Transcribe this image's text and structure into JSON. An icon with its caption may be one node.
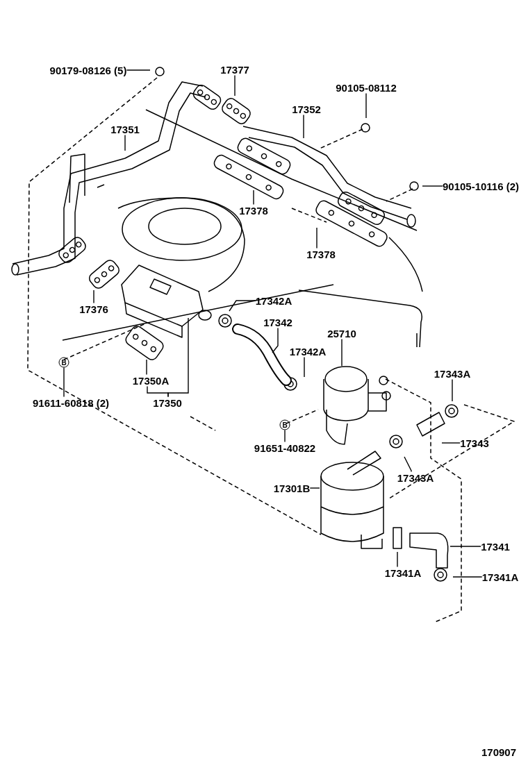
{
  "diagram": {
    "nodes": [
      {
        "text": [
          "90179-08126 (5)"
        ]
      },
      {
        "text": [
          "17377"
        ]
      },
      {
        "text": [
          "90105-08112"
        ]
      },
      {
        "text": [
          "17352"
        ]
      },
      {
        "text": [
          "17351"
        ]
      },
      {
        "text": [
          "90105-10116 (2)"
        ]
      },
      {
        "text": [
          "17378"
        ]
      },
      {
        "text": [
          "17378"
        ]
      },
      {
        "text": [
          "17376"
        ]
      },
      {
        "text": [
          "17342A"
        ]
      },
      {
        "text": [
          "17342"
        ]
      },
      {
        "text": [
          "25710"
        ]
      },
      {
        "text": [
          "17342A"
        ]
      },
      {
        "text": [
          "17350A"
        ]
      },
      {
        "text": [
          "17350"
        ]
      },
      {
        "text": [
          "91611-60818 (2)"
        ]
      },
      {
        "text": [
          "91651-40822"
        ]
      },
      {
        "text": [
          "17343A"
        ]
      },
      {
        "text": [
          "17343"
        ]
      },
      {
        "text": [
          "17343A"
        ]
      },
      {
        "text": [
          "17301B"
        ]
      },
      {
        "text": [
          "17341"
        ]
      },
      {
        "text": [
          "17341A"
        ]
      },
      {
        "text": [
          "17341A"
        ]
      },
      {
        "text": [
          "B"
        ]
      },
      {
        "text": [
          "B"
        ]
      }
    ],
    "edges": [
      {
        "from": 0,
        "to": null,
        "arrow": "none"
      },
      {
        "from": 1,
        "to": null,
        "arrow": "none"
      },
      {
        "from": 2,
        "to": null,
        "arrow": "none"
      },
      {
        "from": 3,
        "to": null,
        "arrow": "none"
      },
      {
        "from": 4,
        "to": null,
        "arrow": "none"
      },
      {
        "from": 5,
        "to": null,
        "arrow": "none"
      },
      {
        "from": 6,
        "to": null,
        "arrow": "none"
      },
      {
        "from": 7,
        "to": null,
        "arrow": "none"
      },
      {
        "from": 8,
        "to": null,
        "arrow": "none"
      },
      {
        "from": 9,
        "to": null,
        "arrow": "none"
      },
      {
        "from": 10,
        "to": null,
        "arrow": "none"
      },
      {
        "from": 11,
        "to": null,
        "arrow": "none"
      },
      {
        "from": 12,
        "to": null,
        "arrow": "none"
      },
      {
        "from": 13,
        "to": null,
        "arrow": "none"
      },
      {
        "from": 14,
        "to": 13,
        "arrow": "none"
      },
      {
        "from": 14,
        "to": null,
        "arrow": "none"
      },
      {
        "from": 15,
        "to": 24,
        "arrow": "none"
      },
      {
        "from": 16,
        "to": 25,
        "arrow": "none"
      },
      {
        "from": 17,
        "to": null,
        "arrow": "none"
      },
      {
        "from": 18,
        "to": null,
        "arrow": "none"
      },
      {
        "from": 19,
        "to": null,
        "arrow": "none"
      },
      {
        "from": 20,
        "to": null,
        "arrow": "none"
      },
      {
        "from": 21,
        "to": null,
        "arrow": "none"
      },
      {
        "from": 22,
        "to": null,
        "arrow": "none"
      },
      {
        "from": 23,
        "to": null,
        "arrow": "none"
      }
    ],
    "labels": [
      "170907"
    ]
  }
}
